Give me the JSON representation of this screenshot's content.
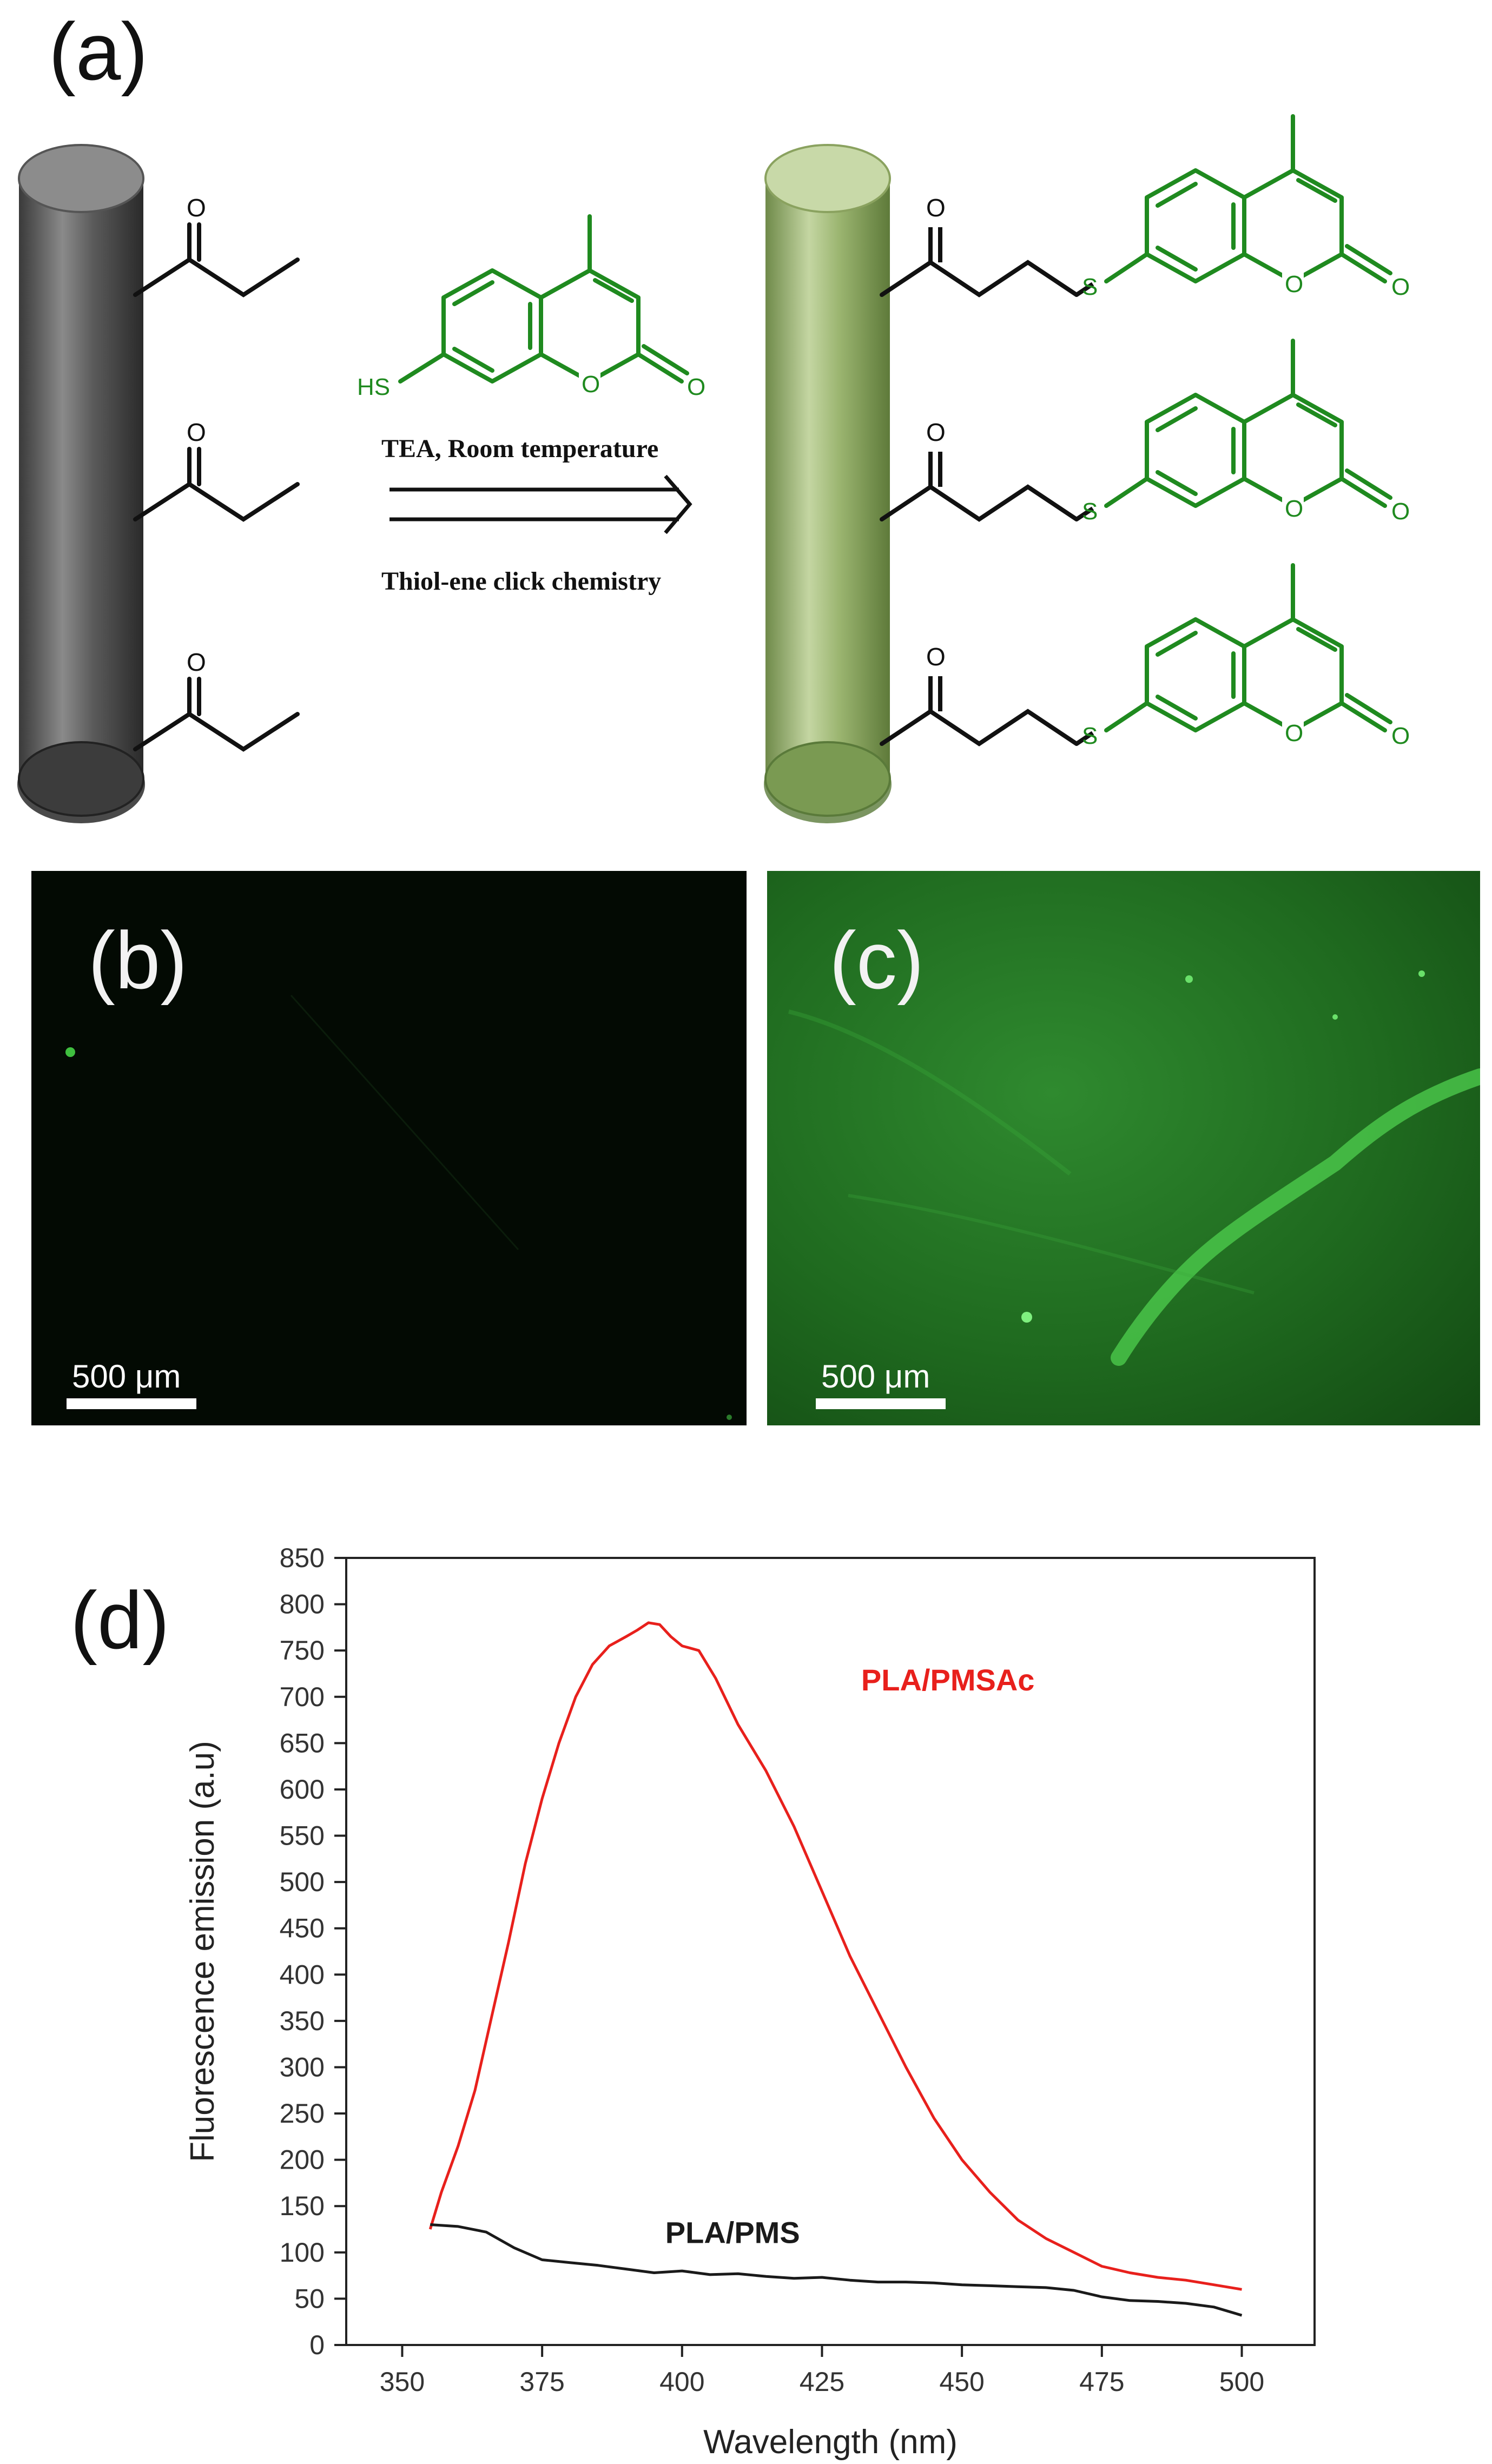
{
  "panels": {
    "a": "(a)",
    "b": "(b)",
    "c": "(c)",
    "d": "(d)"
  },
  "scheme": {
    "reagent_sh": "HS",
    "o_label": "O",
    "s_label": "S",
    "condition_top": "TEA, Room temperature",
    "condition_bottom": "Thiol-ene click chemistry",
    "reactant_color": "#2b2b2b",
    "product_color": "#1f8a1f",
    "rod_left_color": "#555555",
    "rod_right_color": "#9fb87a"
  },
  "micrographs": {
    "b_scale": "500 μm",
    "c_scale": "500 μm",
    "b_color": "#030a03",
    "c_color": "#1f6a1f"
  },
  "chart_data": {
    "type": "line",
    "xlabel": "Wavelength (nm)",
    "ylabel": "Fluorescence emission (a.u)",
    "xlim": [
      340,
      513
    ],
    "ylim": [
      0,
      850
    ],
    "xticks": [
      350,
      375,
      400,
      425,
      450,
      475,
      500
    ],
    "yticks": [
      0,
      50,
      100,
      150,
      200,
      250,
      300,
      350,
      400,
      450,
      500,
      550,
      600,
      650,
      700,
      750,
      800,
      850
    ],
    "grid": false,
    "series": [
      {
        "name": "PLA/PMSAc",
        "color": "#e8201c",
        "x": [
          355,
          357,
          360,
          363,
          366,
          369,
          372,
          375,
          378,
          381,
          384,
          387,
          390,
          392,
          394,
          396,
          398,
          400,
          403,
          406,
          410,
          415,
          420,
          425,
          430,
          435,
          440,
          445,
          450,
          455,
          460,
          465,
          470,
          475,
          480,
          485,
          490,
          495,
          500
        ],
        "y": [
          125,
          165,
          215,
          275,
          355,
          435,
          520,
          590,
          650,
          700,
          735,
          755,
          765,
          772,
          780,
          778,
          765,
          755,
          750,
          720,
          670,
          620,
          560,
          490,
          420,
          360,
          300,
          245,
          200,
          165,
          135,
          115,
          100,
          85,
          78,
          73,
          70,
          65,
          60
        ]
      },
      {
        "name": "PLA/PMS",
        "color": "#1a1a1a",
        "x": [
          355,
          360,
          365,
          370,
          375,
          380,
          385,
          390,
          395,
          400,
          405,
          410,
          415,
          420,
          425,
          430,
          435,
          440,
          445,
          450,
          455,
          460,
          465,
          470,
          475,
          480,
          485,
          490,
          495,
          500
        ],
        "y": [
          130,
          128,
          122,
          105,
          92,
          89,
          86,
          82,
          78,
          80,
          76,
          77,
          74,
          72,
          73,
          70,
          68,
          68,
          67,
          65,
          64,
          63,
          62,
          59,
          52,
          48,
          47,
          45,
          41,
          32
        ]
      }
    ]
  }
}
